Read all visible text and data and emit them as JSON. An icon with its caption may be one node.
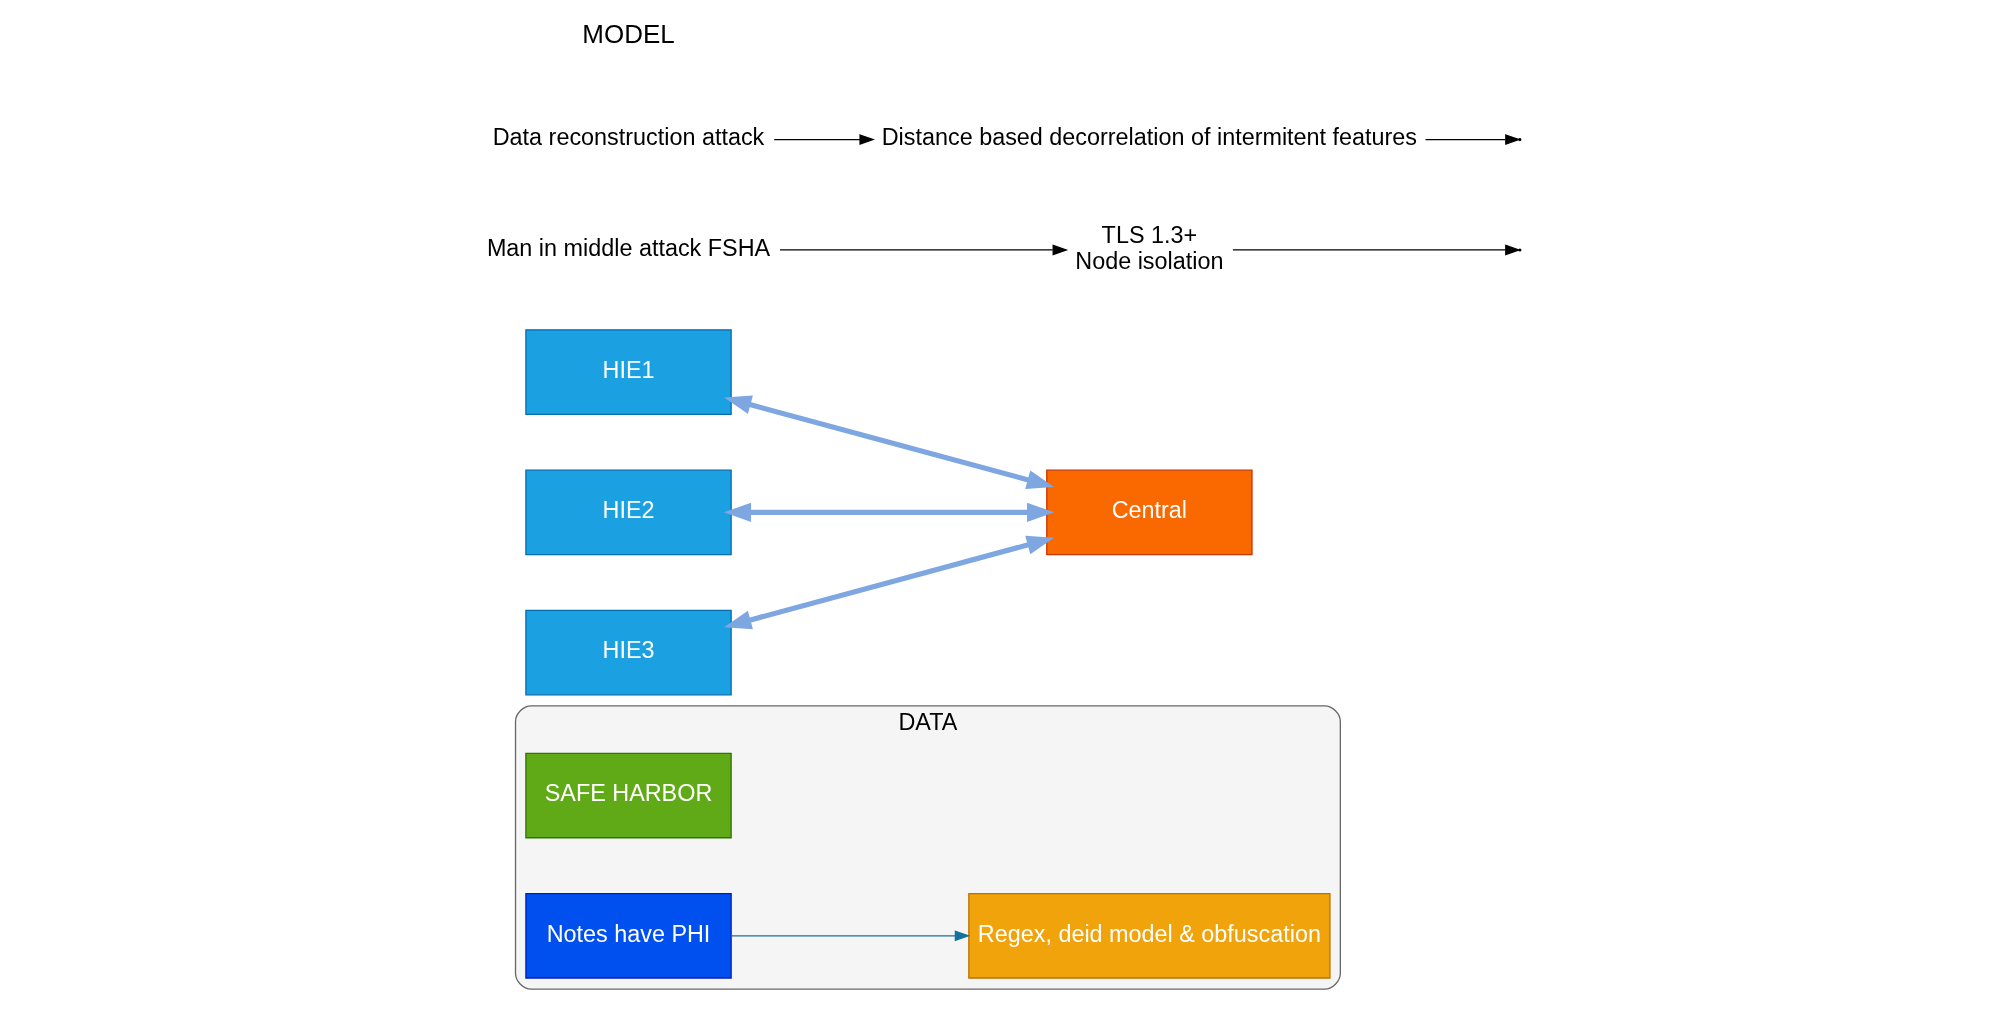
{
  "diagram": {
    "nodes": [
      {
        "text": [
          "DATA"
        ]
      },
      {
        "text": [
          "SAFE HARBOR"
        ],
        "in": 0
      },
      {
        "text": [
          "Notes have PHI"
        ],
        "in": 0
      },
      {
        "text": [
          "Regex, deid model & obfuscation"
        ],
        "in": 0
      },
      {
        "text": [
          "HIE1"
        ]
      },
      {
        "text": [
          "HIE2"
        ]
      },
      {
        "text": [
          "HIE3"
        ]
      },
      {
        "text": [
          "Central"
        ]
      },
      {
        "text": [
          "TLS 1.3+",
          "Node isolation"
        ]
      },
      {
        "text": [
          "Man in middle attack FSHA"
        ]
      },
      {
        "text": [
          "Distance based decorrelation of intermitent features"
        ]
      },
      {
        "text": [
          "Data reconstruction attack"
        ]
      }
    ],
    "edges": [
      {
        "from": 2,
        "to": 3,
        "arrow": "to",
        "color": "#10739e"
      },
      {
        "from": 4,
        "to": 7,
        "arrow": "both",
        "style": "thick",
        "color": "#7ea6e0"
      },
      {
        "from": 5,
        "to": 7,
        "arrow": "both",
        "style": "thick",
        "color": "#7ea6e0"
      },
      {
        "from": 6,
        "to": 7,
        "arrow": "both",
        "style": "thick",
        "color": "#7ea6e0"
      },
      {
        "from": 8,
        "to": null,
        "arrow": "to"
      },
      {
        "from": 9,
        "to": 8,
        "arrow": "to"
      },
      {
        "from": 10,
        "to": null,
        "arrow": "to"
      },
      {
        "from": 11,
        "to": 10,
        "arrow": "to"
      }
    ],
    "labels": [
      "MODEL"
    ]
  }
}
